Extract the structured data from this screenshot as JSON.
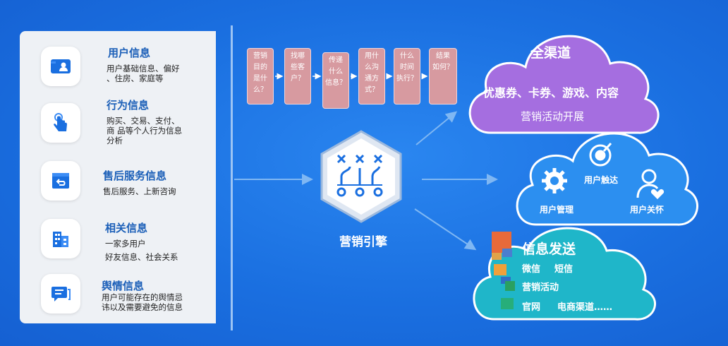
{
  "left_items": [
    {
      "title": "用户信息",
      "desc": "用户基础信息、偏好\n、住房、家庭等",
      "icon": "user-card-icon"
    },
    {
      "title": "行为信息",
      "desc": "购买、交易、支付、\n商 品等个人行为信息\n分析",
      "icon": "touch-hand-icon"
    },
    {
      "title": "售后服务信息",
      "desc": "售后服务、上新咨询",
      "icon": "return-box-icon"
    },
    {
      "title": "相关信息",
      "desc": "一家多用户\n好友信息、社会关系",
      "icon": "building-icon"
    },
    {
      "title": "舆情信息",
      "desc": "用户可能存在的舆情忌\n讳以及需要避免的信息",
      "icon": "message-icon"
    }
  ],
  "questions": [
    "营销\n目的\n是什\n么？",
    "找哪\n些客\n户？",
    "传递\n什么\n信息？",
    "用什\n么沟\n通方\n式？",
    "什么\n时间\n执行？",
    "结果\n如何？"
  ],
  "engine": {
    "label": "营销引擎",
    "icon": "strategy-play-icon"
  },
  "clouds": {
    "top": {
      "title": "全渠道",
      "line1": "优惠券、卡券、游戏、内容",
      "line2": "营销活动开展",
      "color": "#a56ee0"
    },
    "middle": {
      "item1": "用户触达",
      "item2": "用户管理",
      "item3": "用户关怀",
      "color": "#2c8ff0"
    },
    "bottom": {
      "title": "信息发送",
      "item1": "微信",
      "item2": "短信",
      "item3": "营销活动",
      "item4": "官网",
      "item5": "电商渠道……",
      "color": "#1fb6c9"
    }
  }
}
